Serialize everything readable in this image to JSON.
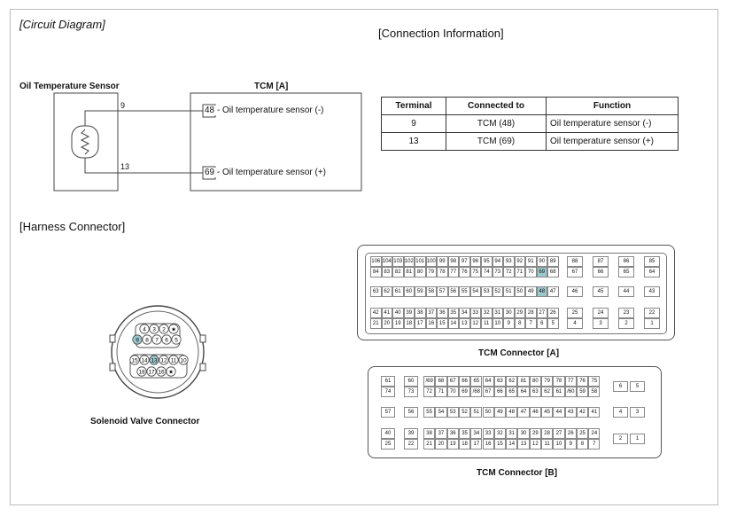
{
  "headers": {
    "circuit": "[Circuit Diagram]",
    "connection": "[Connection Information]",
    "harness": "[Harness Connector]"
  },
  "circuit": {
    "sensor_title": "Oil Temperature Sensor",
    "tcm_title": "TCM [A]",
    "wire_top_label": "9",
    "wire_bottom_label": "13",
    "tcm_pin_top": "48 - Oil temperature sensor (-)",
    "tcm_pin_bottom": "69 - Oil temperature sensor (+)"
  },
  "connection_table": {
    "columns": [
      "Terminal",
      "Connected to",
      "Function"
    ],
    "rows": [
      [
        "9",
        "TCM  (48)",
        "Oil temperature sensor (-)"
      ],
      [
        "13",
        "TCM  (69)",
        "Oil temperature sensor (+)"
      ]
    ]
  },
  "solenoid": {
    "caption": "Solenoid Valve Connector",
    "row1": [
      "4",
      "3",
      "2",
      "★"
    ],
    "row2": [
      "9",
      "8",
      "7",
      "6",
      "5"
    ],
    "row3": [
      "15",
      "14",
      "13",
      "12",
      "11",
      "10"
    ],
    "row4": [
      "18",
      "17",
      "16",
      "★"
    ],
    "highlighted": [
      "9",
      "13"
    ],
    "highlight_color": "#9cc8cc"
  },
  "tcm_a": {
    "caption": "TCM Connector [A]",
    "highlighted": [
      "48",
      "69"
    ],
    "blocks": [
      {
        "r1": [
          "106",
          "104",
          "103",
          "102",
          "101",
          "100",
          "99",
          "98",
          "97",
          "96",
          "95",
          "94",
          "93",
          "92",
          "91",
          "90",
          "89"
        ],
        "r2": [
          "84",
          "83",
          "82",
          "81",
          "80",
          "79",
          "78",
          "77",
          "76",
          "75",
          "74",
          "73",
          "72",
          "71",
          "70",
          "69",
          "68"
        ]
      },
      {
        "r1": [
          "63",
          "62",
          "61",
          "60",
          "59",
          "58",
          "57",
          "56",
          "55",
          "54",
          "53",
          "52",
          "51",
          "50",
          "49",
          "48",
          "47"
        ]
      },
      {
        "r1": [
          "42",
          "41",
          "40",
          "39",
          "38",
          "37",
          "36",
          "35",
          "34",
          "33",
          "32",
          "31",
          "30",
          "29",
          "28",
          "27",
          "26"
        ],
        "r2": [
          "21",
          "20",
          "19",
          "18",
          "17",
          "16",
          "15",
          "14",
          "13",
          "12",
          "11",
          "10",
          "9",
          "8",
          "7",
          "6",
          "5"
        ]
      }
    ],
    "side_blocks": [
      {
        "r1": [
          "88",
          "87",
          "86",
          "85"
        ],
        "r2": [
          "67",
          "66",
          "65",
          "64"
        ]
      },
      {
        "r1": [
          "46",
          "45",
          "44",
          "43"
        ]
      },
      {
        "r1": [
          "25",
          "24",
          "23",
          "22"
        ],
        "r2": [
          "4",
          "3",
          "2",
          "1"
        ]
      }
    ]
  },
  "tcm_b": {
    "caption": "TCM Connector [B]",
    "left_col": [
      [
        "61",
        "74"
      ],
      [
        "57"
      ],
      [
        "40",
        "25"
      ]
    ],
    "left_col2": [
      [
        "60",
        "73"
      ],
      [
        "56"
      ],
      [
        "39",
        "22"
      ]
    ],
    "blocks": [
      {
        "r1": [
          "/69",
          "68",
          "67",
          "66",
          "65",
          "64",
          "63",
          "62",
          "81",
          "80",
          "79",
          "78",
          "77",
          "76",
          "75"
        ],
        "r2": [
          "72",
          "71",
          "70",
          "69",
          "/68",
          "67",
          "66",
          "65",
          "64",
          "63",
          "62",
          "61",
          "/60",
          "59",
          "58"
        ]
      },
      {
        "r1": [
          "55",
          "54",
          "53",
          "52",
          "51",
          "50",
          "49",
          "48",
          "47",
          "46",
          "45",
          "44",
          "43",
          "42",
          "41"
        ]
      },
      {
        "r1": [
          "38",
          "37",
          "36",
          "35",
          "34",
          "33",
          "32",
          "31",
          "30",
          "29",
          "28",
          "27",
          "26",
          "25",
          "24"
        ],
        "r2": [
          "21",
          "20",
          "19",
          "18",
          "17",
          "16",
          "15",
          "14",
          "13",
          "12",
          "11",
          "10",
          "9",
          "8",
          "7"
        ]
      }
    ],
    "right_pairs": [
      [
        "6",
        "5"
      ],
      [
        "4",
        "3"
      ],
      [
        "2",
        "1"
      ]
    ]
  }
}
